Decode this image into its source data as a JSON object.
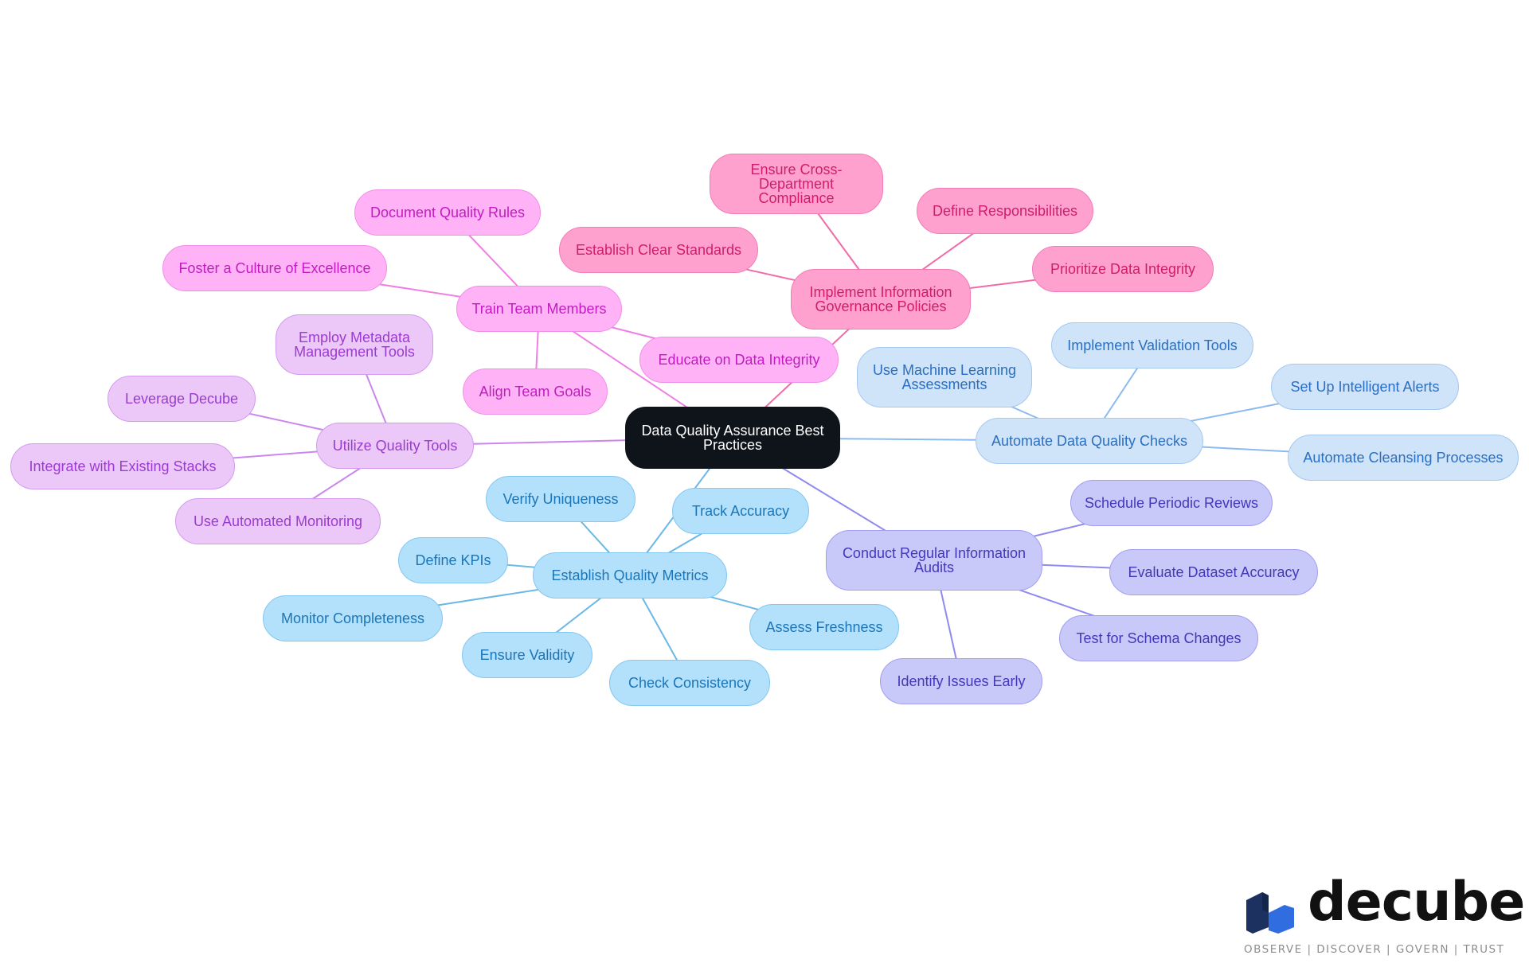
{
  "diagram": {
    "root": {
      "id": "root",
      "label": "Data Quality Assurance Best Practices",
      "theme": "root"
    },
    "branches": [
      {
        "id": "gov",
        "label": "Implement Information Governance Policies",
        "theme": "rose",
        "children": [
          {
            "id": "gov1",
            "label": "Ensure Cross-Department Compliance"
          },
          {
            "id": "gov2",
            "label": "Define Responsibilities"
          },
          {
            "id": "gov3",
            "label": "Establish Clear Standards"
          },
          {
            "id": "gov4",
            "label": "Prioritize Data Integrity"
          }
        ]
      },
      {
        "id": "train",
        "label": "Train Team Members",
        "theme": "pink",
        "children": [
          {
            "id": "train1",
            "label": "Document Quality Rules"
          },
          {
            "id": "train2",
            "label": "Foster a Culture of Excellence"
          },
          {
            "id": "train3",
            "label": "Educate on Data Integrity"
          },
          {
            "id": "train4",
            "label": "Align Team Goals"
          }
        ]
      },
      {
        "id": "tools",
        "label": "Utilize Quality Tools",
        "theme": "purple",
        "children": [
          {
            "id": "tools1",
            "label": "Employ Metadata Management Tools"
          },
          {
            "id": "tools2",
            "label": "Leverage Decube"
          },
          {
            "id": "tools3",
            "label": "Integrate with Existing Stacks"
          },
          {
            "id": "tools4",
            "label": "Use Automated Monitoring"
          }
        ]
      },
      {
        "id": "metrics",
        "label": "Establish Quality Metrics",
        "theme": "sky",
        "children": [
          {
            "id": "m1",
            "label": "Verify Uniqueness"
          },
          {
            "id": "m2",
            "label": "Track Accuracy"
          },
          {
            "id": "m3",
            "label": "Define KPIs"
          },
          {
            "id": "m4",
            "label": "Monitor Completeness"
          },
          {
            "id": "m5",
            "label": "Ensure Validity"
          },
          {
            "id": "m6",
            "label": "Check Consistency"
          },
          {
            "id": "m7",
            "label": "Assess Freshness"
          }
        ]
      },
      {
        "id": "auto",
        "label": "Automate Data Quality Checks",
        "theme": "lblue",
        "children": [
          {
            "id": "a1",
            "label": "Use Machine Learning Assessments"
          },
          {
            "id": "a2",
            "label": "Implement Validation Tools"
          },
          {
            "id": "a3",
            "label": "Set Up Intelligent Alerts"
          },
          {
            "id": "a4",
            "label": "Automate Cleansing Processes"
          }
        ]
      },
      {
        "id": "audit",
        "label": "Conduct Regular Information Audits",
        "theme": "violet",
        "children": [
          {
            "id": "au1",
            "label": "Schedule Periodic Reviews"
          },
          {
            "id": "au2",
            "label": "Evaluate Dataset Accuracy"
          },
          {
            "id": "au3",
            "label": "Test for Schema Changes"
          },
          {
            "id": "au4",
            "label": "Identify Issues Early"
          }
        ]
      }
    ]
  },
  "colors": {
    "root": "#0f131a",
    "rose": "#ffa1cf",
    "pink": "#ffb3f6",
    "purple": "#ebc8f8",
    "sky": "#b3e0fb",
    "lblue": "#cfe3f9",
    "violet": "#c8c8f9",
    "edge_rose": "#f06ba8",
    "edge_pink": "#ef7fe4",
    "edge_purple": "#cb86ee",
    "edge_sky": "#6ab8e6",
    "edge_lblue": "#8cbaf0",
    "edge_violet": "#8f8af0"
  },
  "logo": {
    "name": "decube",
    "tagline": "OBSERVE | DISCOVER | GOVERN | TRUST",
    "icon": "decube-cube-icon"
  }
}
